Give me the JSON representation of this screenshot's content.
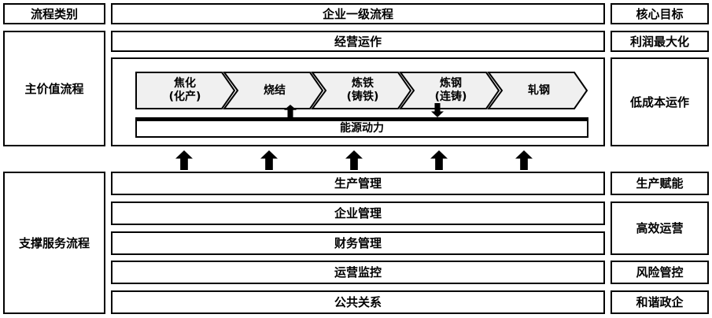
{
  "header": {
    "left": "流程类别",
    "center": "企业一级流程",
    "right": "核心目标"
  },
  "main_value": {
    "label": "主价值流程",
    "operation": "经营运作",
    "steps": [
      {
        "line1": "焦化",
        "line2": "(化产)"
      },
      {
        "line1": "烧结",
        "line2": ""
      },
      {
        "line1": "炼铁",
        "line2": "(铸铁)"
      },
      {
        "line1": "炼钢",
        "line2": "(连铸)"
      },
      {
        "line1": "轧钢",
        "line2": ""
      }
    ],
    "energy": "能源动力",
    "goals": {
      "operation": "利润最大化",
      "process": "低成本运作"
    }
  },
  "support": {
    "label": "支撑服务流程",
    "rows": [
      "生产管理",
      "企业管理",
      "财务管理",
      "运营监控",
      "公共关系"
    ],
    "goals": [
      "生产赋能",
      "高效运营",
      "风险管控",
      "和谐政企"
    ]
  },
  "colors": {
    "chevron_fill": "#f0f0f0",
    "border": "#000000"
  }
}
